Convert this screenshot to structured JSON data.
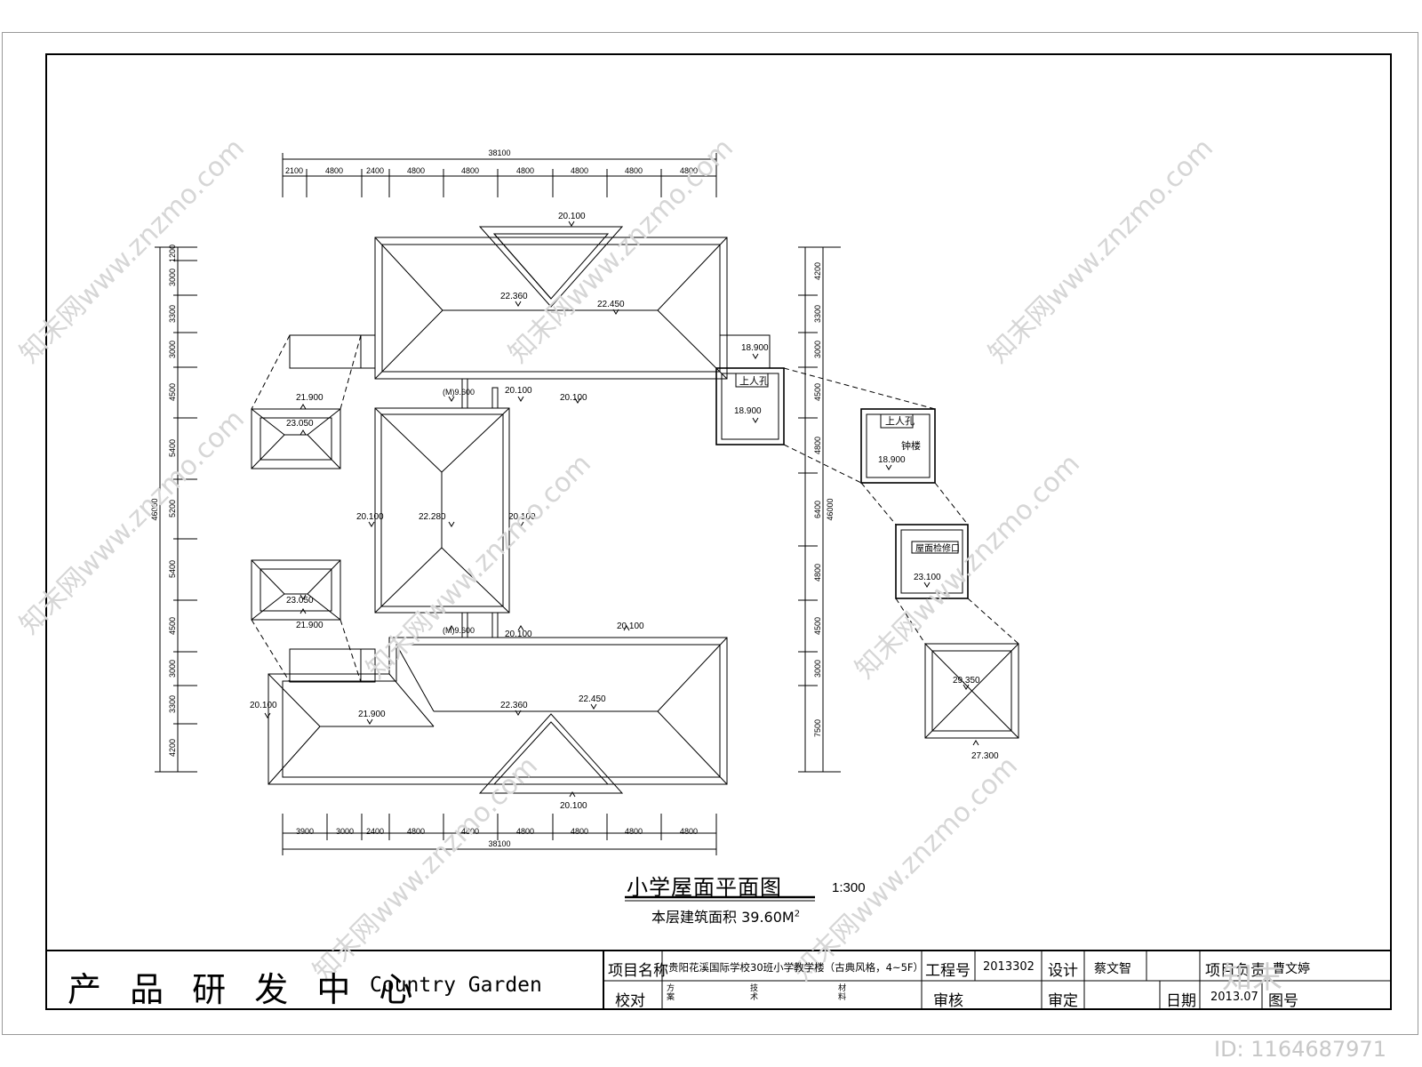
{
  "drawing": {
    "title": "小学屋面平面图",
    "scale": "1:300",
    "area_label": "本层建筑面积",
    "area_value": "39.60M",
    "area_sup": "2"
  },
  "dimensions": {
    "top_total": "38100",
    "top_segments": [
      "2100",
      "4800",
      "2400",
      "4800",
      "4800",
      "4800",
      "4800",
      "4800",
      "4800"
    ],
    "bottom_total": "38100",
    "bottom_segments": [
      "3900",
      "3000",
      "2400",
      "4800",
      "4800",
      "4800",
      "4800",
      "4800",
      "4800"
    ],
    "left_total": "46000",
    "left_segments": [
      "1200",
      "3000",
      "3300",
      "3000",
      "4500",
      "5400",
      "5200",
      "5400",
      "4500",
      "3000",
      "3300",
      "4200"
    ],
    "right_total": "46000",
    "right_segments": [
      "4200",
      "3300",
      "3000",
      "4500",
      "4800",
      "6400",
      "4800",
      "4500",
      "3000",
      "7500"
    ]
  },
  "elevations": {
    "top_ridge_a": "20.100",
    "top_ridge_b": "22.360",
    "top_ridge_c": "22.450",
    "corridor_right": "18.900",
    "hatch_label": "上人孔",
    "hatch_elev": "18.900",
    "mid_top_a": "(M)9.600",
    "mid_top_b": "20.100",
    "mid_top_c": "20.100",
    "mid_left": "20.100",
    "mid_center": "22.280",
    "mid_right": "20.100",
    "mid_bottom_a": "(M)9.600",
    "mid_bottom_b": "20.100",
    "pav_upper_a": "21.900",
    "pav_upper_b": "23.050",
    "pav_lower_a": "23.050",
    "pav_lower_b": "21.900",
    "bottom_top": "20.100",
    "bottom_left": "20.100",
    "bottom_ridge_a": "21.900",
    "bottom_ridge_b": "22.360",
    "bottom_ridge_c": "22.450",
    "bottom_below": "20.100",
    "bell_hatch": "上人孔",
    "bell_label": "钟楼",
    "bell_elev": "18.900",
    "insp_label": "屋面检修口",
    "insp_elev": "23.100",
    "spire_top": "29.350",
    "spire_base": "27.300"
  },
  "titleblock": {
    "brand": "产 品 研 发 中 心",
    "brand_en": "Country Garden",
    "project_name_label": "项目名称",
    "project_name": "贵阳花溪国际学校30班小学教学楼（古典风格，4~5F）",
    "project_no_label": "工程号",
    "project_no": "2013302",
    "design_label": "设计",
    "designer": "蔡文智",
    "lead_label": "项目负责",
    "lead": "曹文婷",
    "check_label": "校对",
    "scheme_label": "方案",
    "tech_label": "技术",
    "material_label": "材料",
    "review_label": "审核",
    "approve_label": "审定",
    "date_label": "日期",
    "date": "2013.07",
    "sheet_label": "图号"
  },
  "watermark": {
    "text": "知末网www.znzmo.com",
    "logo": "知末",
    "id": "ID: 1164687971"
  }
}
